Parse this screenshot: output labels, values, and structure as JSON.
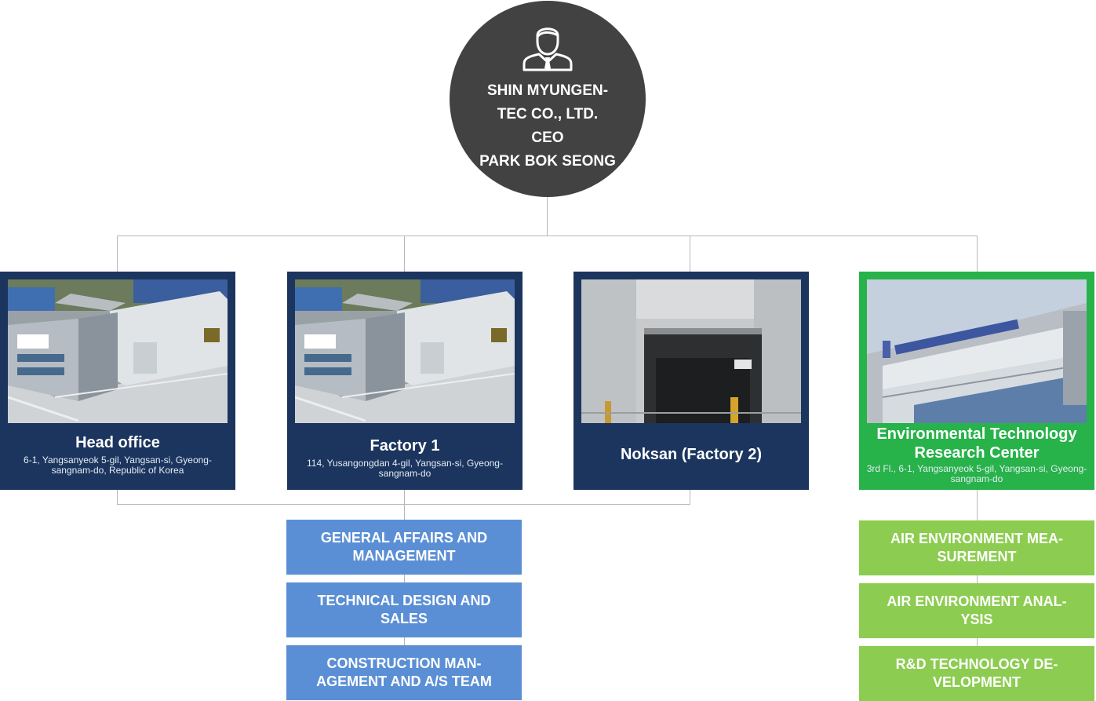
{
  "ceo": {
    "icon": "person-icon",
    "company_line1": "SHIN MYUNGEN-",
    "company_line2": "TEC CO., LTD.",
    "role": "CEO",
    "name": "PARK BOK SEONG"
  },
  "sites": [
    {
      "name": "Head office",
      "address": "6-1, Yangsanyeok 5-gil, Yangsan-si, Gyeong-sangnam-do, Republic of Korea",
      "color": "#1b355e"
    },
    {
      "name": "Factory 1",
      "address": "114, Yusangongdan 4-gil, Yangsan-si, Gyeong-sangnam-do",
      "color": "#1b355e"
    },
    {
      "name": "Noksan (Factory 2)",
      "address": "",
      "color": "#1b355e"
    },
    {
      "name_line1": "Environmental Technology",
      "name_line2": "Research Center",
      "address": "3rd Fl., 6-1, Yangsanyeok 5-gil, Yangsan-si, Gyeong-sangnam-do",
      "color": "#27b24a"
    }
  ],
  "departments_factory": [
    "GENERAL AFFAIRS AND MANAGEMENT",
    "TECHNICAL DESIGN AND SALES",
    "CONSTRUCTION MAN-AGEMENT AND A/S TEAM"
  ],
  "departments_research": [
    "AIR ENVIRONMENT MEA-SUREMENT",
    "AIR ENVIRONMENT ANAL-YSIS",
    "R&D TECHNOLOGY DE-VELOPMENT"
  ],
  "colors": {
    "ceo_circle": "#424242",
    "site_navy": "#1b355e",
    "site_green": "#27b24a",
    "dept_blue": "#5b8fd5",
    "dept_lime": "#8ccc50",
    "connector": "#b8b8b8"
  }
}
